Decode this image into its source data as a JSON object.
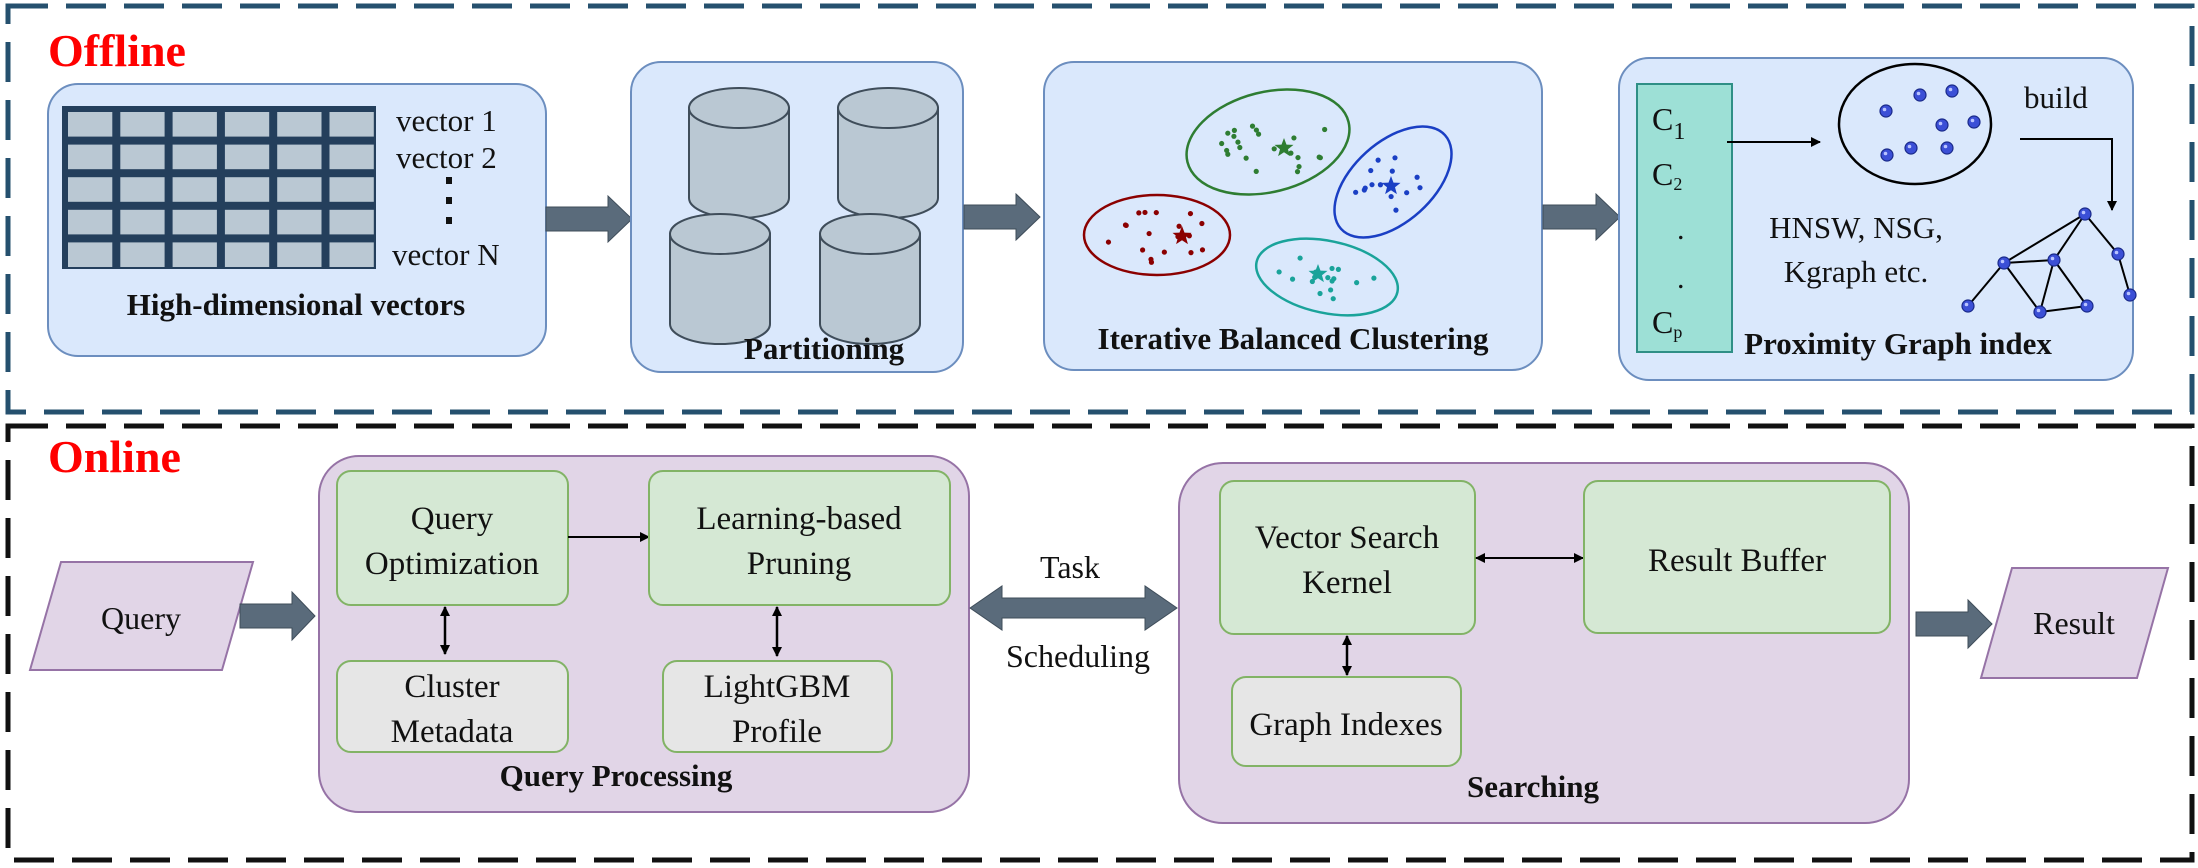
{
  "offline": {
    "title": "Offline",
    "vectors": {
      "label": "High-dimensional vectors",
      "items": [
        "vector 1",
        "vector 2",
        "vector N"
      ]
    },
    "partitioning": {
      "label": "Partitioning"
    },
    "clustering": {
      "label": "Iterative Balanced Clustering"
    },
    "proximity": {
      "label": "Proximity Graph index",
      "c1_main": "C",
      "c1_sub": "1",
      "c2_main": "C",
      "c2_sub": "2",
      "cp_main": "C",
      "cp_sub": "p",
      "dot1": ".",
      "dot2": ".",
      "build": "build",
      "algos_line1": "HNSW, NSG,",
      "algos_line2": "Kgraph etc."
    }
  },
  "online": {
    "title": "Online",
    "query": "Query",
    "result": "Result",
    "query_processing": {
      "label": "Query Processing",
      "query_opt_line1": "Query",
      "query_opt_line2": "Optimization",
      "pruning_line1": "Learning-based",
      "pruning_line2": "Pruning",
      "cluster_meta_line1": "Cluster",
      "cluster_meta_line2": "Metadata",
      "lightgbm_line1": "LightGBM",
      "lightgbm_line2": "Profile"
    },
    "task_line1": "Task",
    "task_line2": "Scheduling",
    "searching": {
      "label": "Searching",
      "kernel_line1": "Vector Search",
      "kernel_line2": "Kernel",
      "result_buffer": "Result Buffer",
      "graph_indexes": "Graph Indexes"
    }
  },
  "colors": {
    "offline_title": "#ff0000",
    "online_title": "#ff0000",
    "offline_box": "#dae8fc",
    "offline_box_border": "#6c8ebf",
    "online_box": "#e1d5e7",
    "online_box_border": "#9673a6",
    "green_box": "#d5e8d4",
    "green_box_border": "#82b366",
    "gray_box": "#e6e6e6",
    "arrow": "#5a6b7b",
    "cylinder": "#bac8d3",
    "cluster_green": "#2e7d32",
    "cluster_blue": "#1a3fc4",
    "cluster_red": "#8b0000",
    "cluster_teal": "#1aa39a"
  }
}
